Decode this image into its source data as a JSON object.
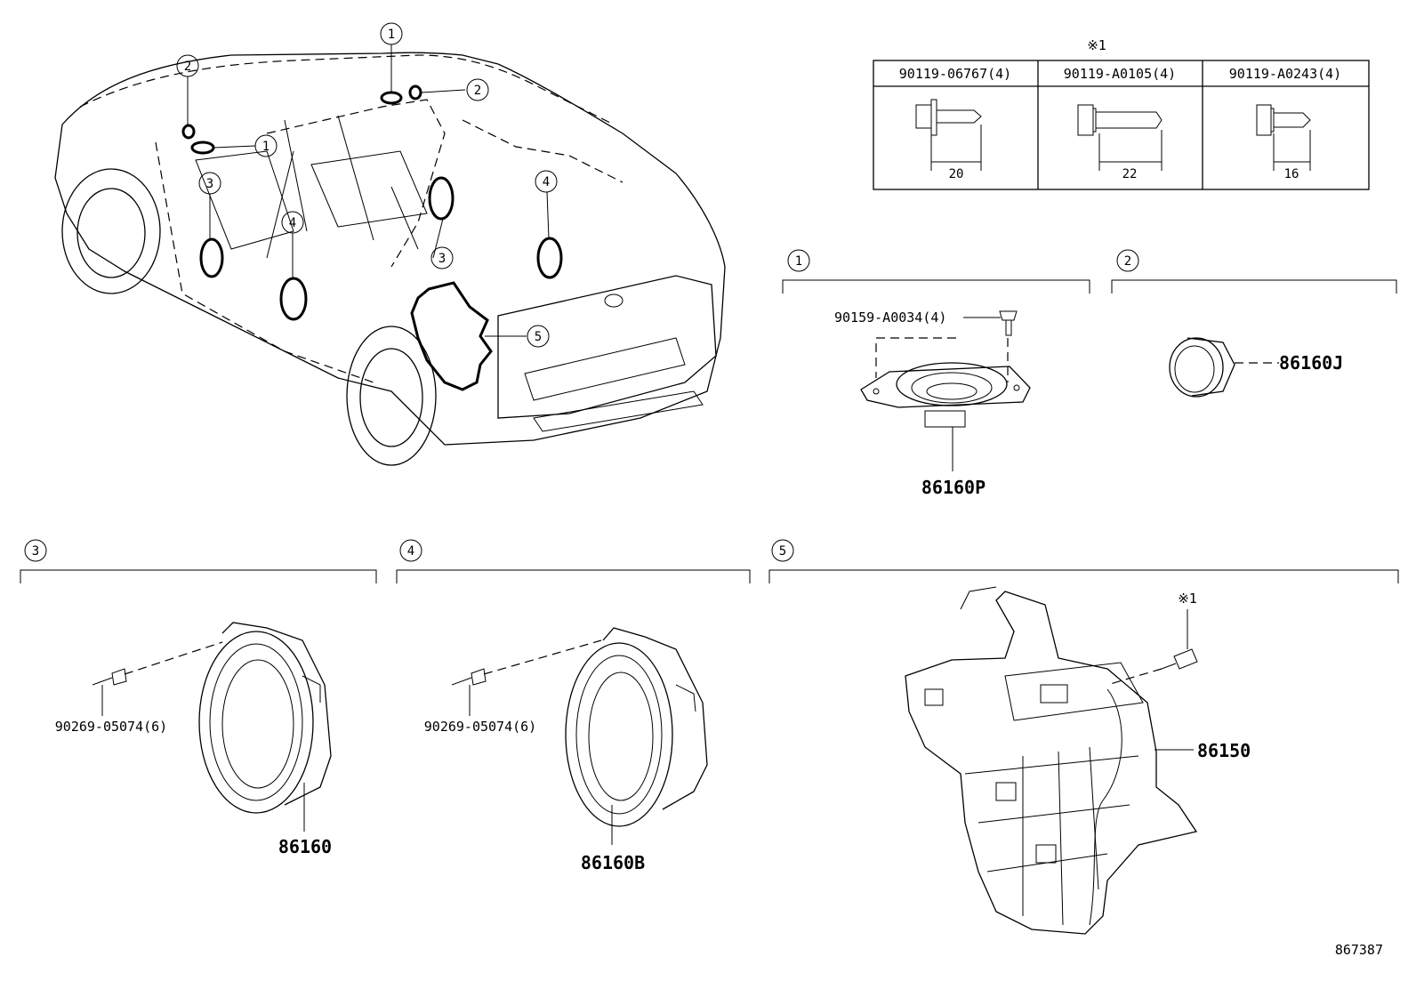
{
  "diagram_id": "867387",
  "note_mark": "※1",
  "bolt_table": {
    "columns": [
      {
        "part": "90119-06767(4)",
        "dimension": "20"
      },
      {
        "part": "90119-A0105(4)",
        "dimension": "22"
      },
      {
        "part": "90119-A0243(4)",
        "dimension": "16"
      }
    ]
  },
  "locations": [
    "1",
    "2",
    "3",
    "4",
    "5"
  ],
  "sections": [
    {
      "number": "1",
      "screw": "90159-A0034(4)",
      "part": "86160P"
    },
    {
      "number": "2",
      "part": "86160J"
    },
    {
      "number": "3",
      "screw": "90269-05074(6)",
      "part": "86160"
    },
    {
      "number": "4",
      "screw": "90269-05074(6)",
      "part": "86160B"
    },
    {
      "number": "5",
      "note": "※1",
      "part": "86150"
    }
  ]
}
